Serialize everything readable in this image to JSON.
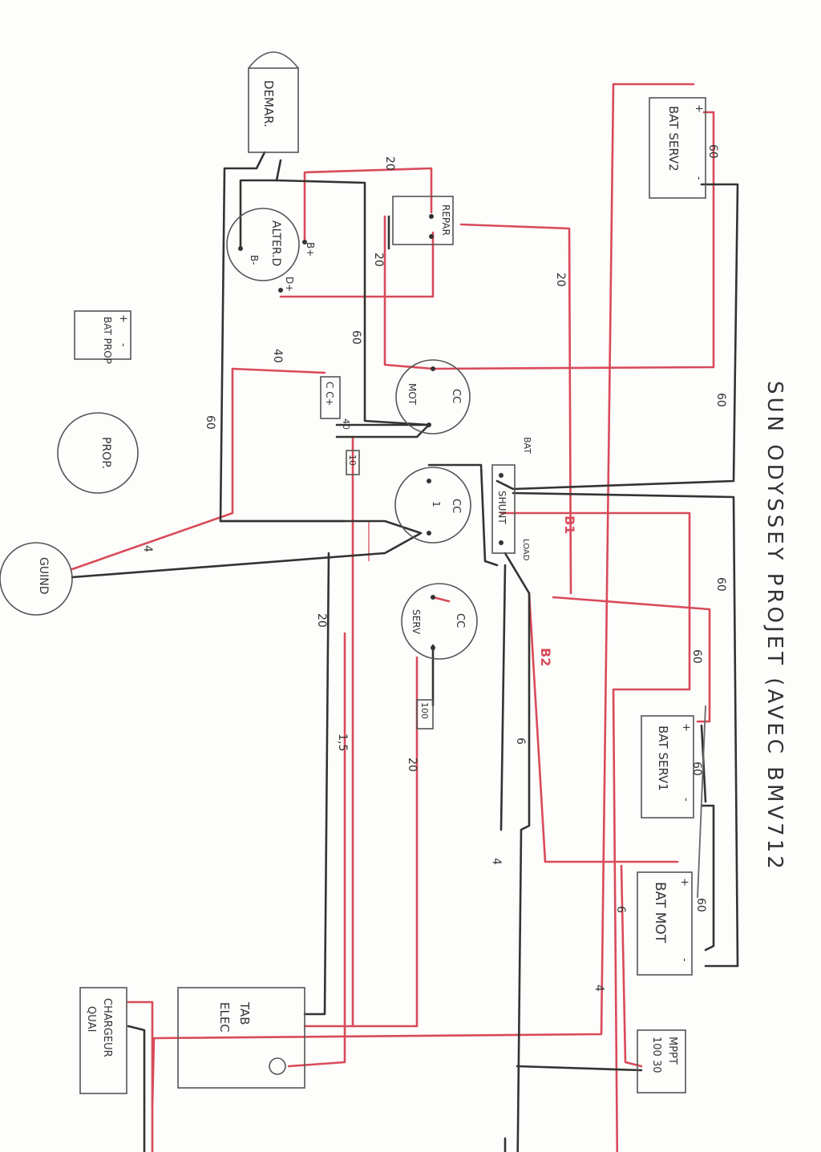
{
  "title": "SUN ODYSSEY PROJET (AVEC BMV712",
  "components": {
    "demar": "DEMAR.",
    "alter": "ALTER.D",
    "alter_bplus": "B+",
    "alter_bminus": "B-",
    "alter_dplus": "D+",
    "repar": "REPAR",
    "bat_prop_plus": "+",
    "bat_prop": "BAT PROP",
    "bat_prop_minus": "-",
    "prop": "PROP.",
    "guind": "GUIND",
    "cc_plus": "C C+",
    "cc_mot_cc": "CC",
    "cc_mot_mot": "MOT",
    "cc1_cc": "CC",
    "cc1_num": "1",
    "cc_serv_cc": "CC",
    "cc_serv_serv": "SERV",
    "shunt": "SHUNT",
    "shunt_bat": "BAT",
    "shunt_load": "LOAD",
    "bat_serv2": "BAT SERV2",
    "bat_serv1": "BAT SERV1",
    "bat_mot": "BAT MOT",
    "tab_elec_1": "TAB",
    "tab_elec_2": "ELEC",
    "chargeur_1": "CHARGEUR",
    "chargeur_2": "QUAI",
    "mppt_1": "MPPT",
    "mppt_2": "100 30",
    "plus": "+",
    "minus": "-",
    "fuse_10": "10",
    "fuse_100": "100"
  },
  "wire_labels": {
    "w20_a": "20",
    "w20_b": "20",
    "w20_c": "20",
    "w60_a": "60",
    "w60_b": "60",
    "w60_c": "60",
    "w60_d": "60",
    "w60_e": "60",
    "w60_f": "60",
    "w60_g": "60",
    "w60_h": "60",
    "w40_a": "40",
    "w40_b": "4",
    "w40_c": "40",
    "w20_d": "20",
    "w15": "1,5",
    "w20_e": "20",
    "w6_a": "6",
    "w6_b": "6",
    "w4_a": "4",
    "w4_b": "4",
    "b1": "B1",
    "b2": "B2"
  },
  "colors": {
    "positive": "#d94a5a",
    "negative": "#333333",
    "paper": "#fdfdfb"
  }
}
